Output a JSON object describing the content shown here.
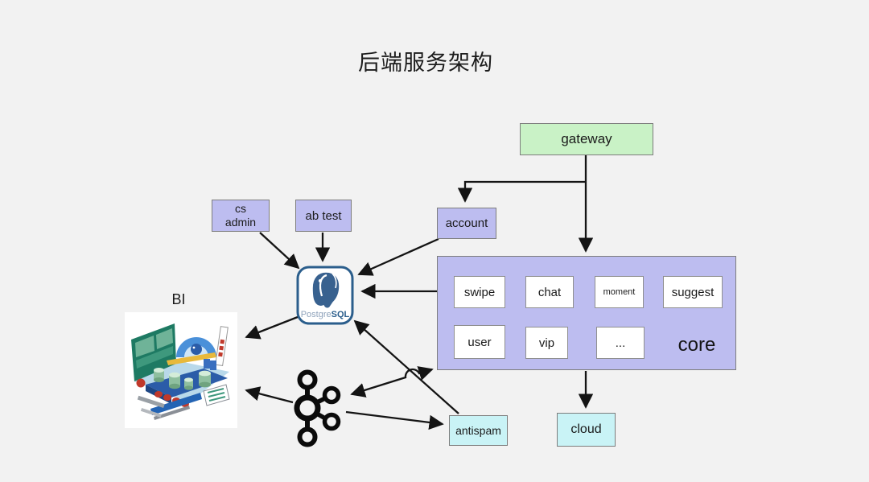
{
  "title": "后端服务架构",
  "nodes": {
    "gateway": "gateway",
    "cs_admin": "cs\nadmin",
    "ab_test": "ab test",
    "account": "account",
    "antispam": "antispam",
    "cloud": "cloud",
    "bi": "BI"
  },
  "core": {
    "label": "core",
    "services_top": [
      "swipe",
      "chat",
      "moment",
      "suggest"
    ],
    "services_bottom": [
      "user",
      "vip",
      "..."
    ]
  },
  "postgres": {
    "name_light": "Postgre",
    "name_bold": "SQL"
  },
  "icons": {
    "postgres": "postgresql-elephant-icon",
    "kafka": "kafka-icon",
    "bi": "bi-illustration"
  },
  "colors": {
    "background": "#f2f2f2",
    "gateway_green": "#c9f2c6",
    "node_purple": "#bdbdf0",
    "node_cyan": "#c9f3f6",
    "inner_white": "#ffffff",
    "arrow": "#141414",
    "postgres_blue": "#2b5e8c",
    "border_gray": "#7d7d7d"
  },
  "edges": [
    {
      "from": "gateway",
      "to": "account"
    },
    {
      "from": "gateway",
      "to": "core"
    },
    {
      "from": "cs admin",
      "to": "postgresql"
    },
    {
      "from": "ab test",
      "to": "postgresql"
    },
    {
      "from": "account",
      "to": "postgresql"
    },
    {
      "from": "core",
      "to": "postgresql"
    },
    {
      "from": "antispam",
      "to": "postgresql"
    },
    {
      "from": "postgresql",
      "to": "bi"
    },
    {
      "from": "kafka",
      "to": "bi"
    },
    {
      "from": "kafka",
      "to": "core",
      "bidirectional": true
    },
    {
      "from": "kafka",
      "to": "antispam"
    },
    {
      "from": "core",
      "to": "cloud"
    }
  ]
}
